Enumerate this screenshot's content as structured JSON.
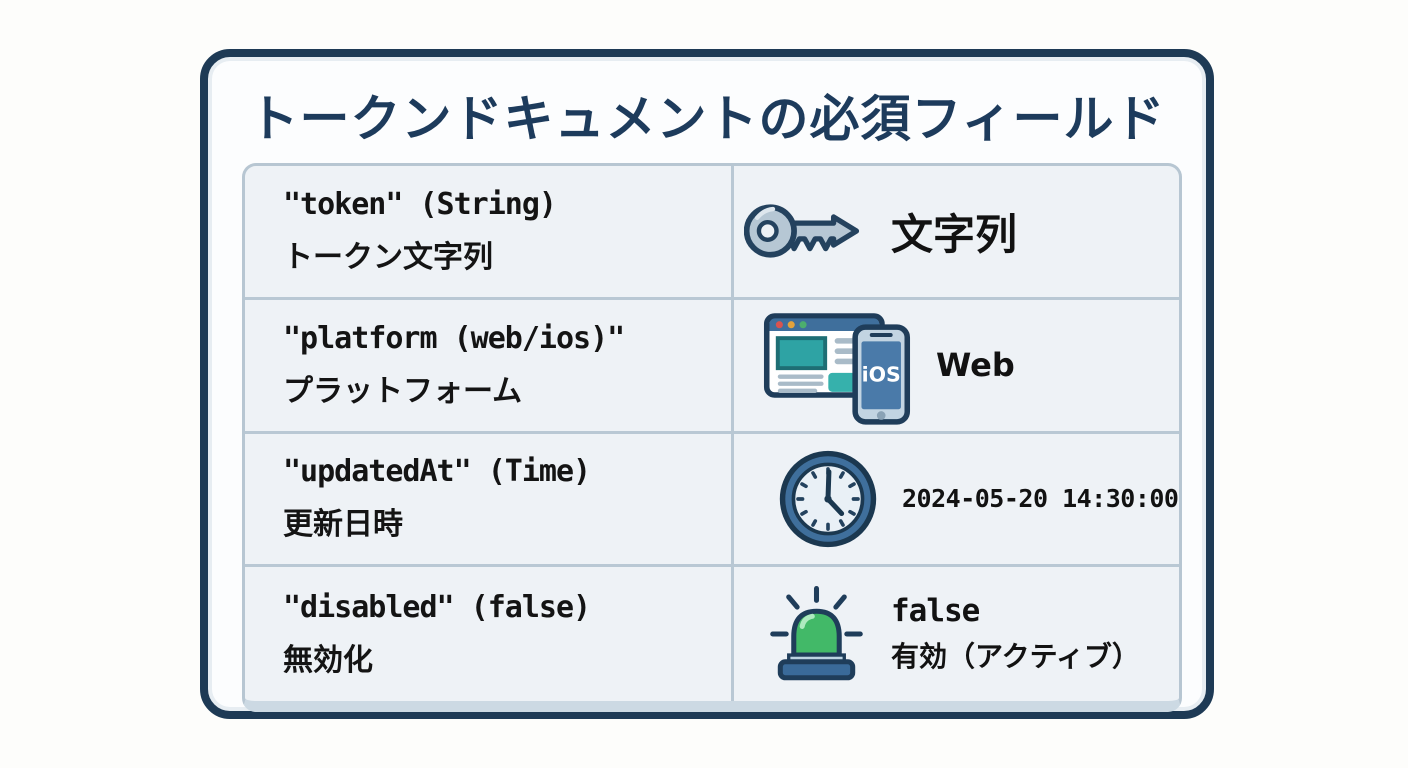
{
  "title": "トークンドキュメントの必須フィールド",
  "table": {
    "rows": [
      {
        "field_en": "\"token\" (String)",
        "field_ja": "トークン文字列",
        "icon": "key-icon",
        "value": "文字列"
      },
      {
        "field_en": "\"platform (web/ios)\"",
        "field_ja": "プラットフォーム",
        "icon": "web-ios-icon",
        "value": "Web",
        "phone_label": "iOS"
      },
      {
        "field_en": "\"updatedAt\" (Time)",
        "field_ja": "更新日時",
        "icon": "clock-icon",
        "value": "2024-05-20 14:30:00"
      },
      {
        "field_en": "\"disabled\" (false)",
        "field_ja": "無効化",
        "icon": "status-light-icon",
        "value": "false",
        "value_sub": "有効（アクティブ）"
      }
    ]
  },
  "colors": {
    "card_border": "#1e3a55",
    "title_text": "#1d3b5c",
    "cell_background": "#eef2f6",
    "divider": "#b9c8d4",
    "teal_accent": "#2ea3a4",
    "green_status": "#42b968",
    "blue_accent": "#3f6f9c"
  }
}
